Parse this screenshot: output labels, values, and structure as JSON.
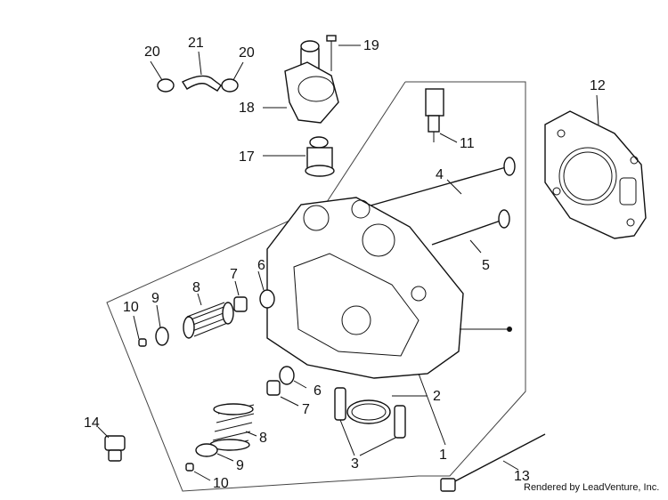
{
  "callouts": {
    "c1": "1",
    "c2": "2",
    "c3": "3",
    "c4": "4",
    "c5": "5",
    "c6a": "6",
    "c6b": "6",
    "c7a": "7",
    "c7b": "7",
    "c8a": "8",
    "c8b": "8",
    "c9a": "9",
    "c9b": "9",
    "c10a": "10",
    "c10b": "10",
    "c11": "11",
    "c12": "12",
    "c13": "13",
    "c14": "14",
    "c17": "17",
    "c18": "18",
    "c19": "19",
    "c20a": "20",
    "c20b": "20",
    "c21": "21"
  },
  "credit": "Rendered by LeadVenture, Inc."
}
